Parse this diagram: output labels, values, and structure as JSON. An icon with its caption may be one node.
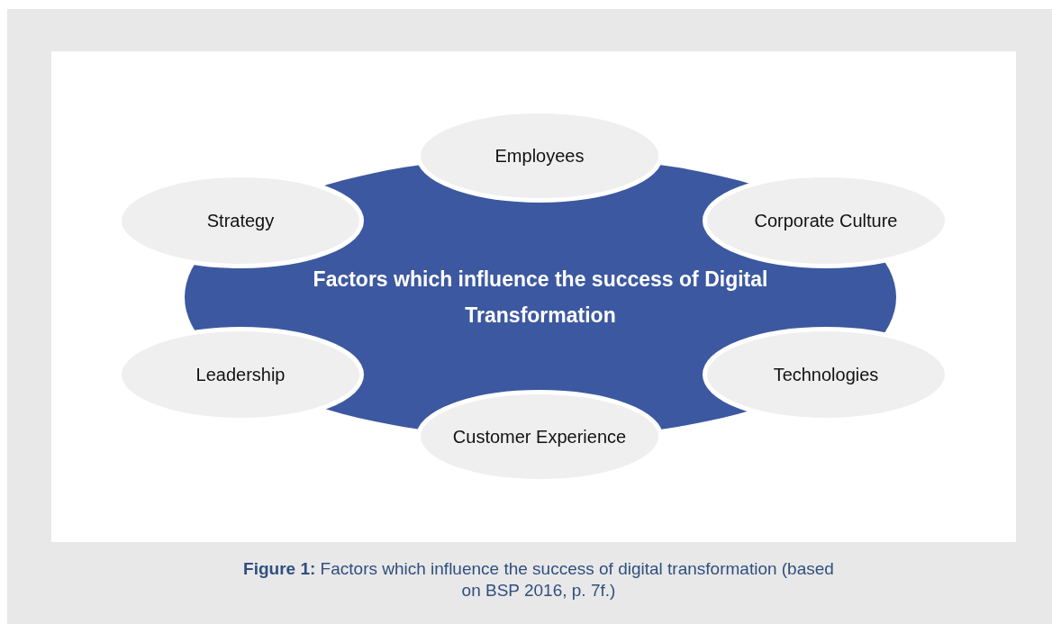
{
  "diagram": {
    "caption": "**Figure 1:** Factors which influence the success of digital transformation (based on BSP 2016, p. 7f.)",
    "nodes": [
      {
        "text": [
          "Factors which influence the success of Digital Transformation"
        ]
      },
      {
        "text": [
          "Employees"
        ]
      },
      {
        "text": [
          "Strategy"
        ]
      },
      {
        "text": [
          "Corporate Culture"
        ]
      },
      {
        "text": [
          "Leadership"
        ]
      },
      {
        "text": [
          "Technologies"
        ]
      },
      {
        "text": [
          "Customer Experience"
        ]
      }
    ]
  }
}
